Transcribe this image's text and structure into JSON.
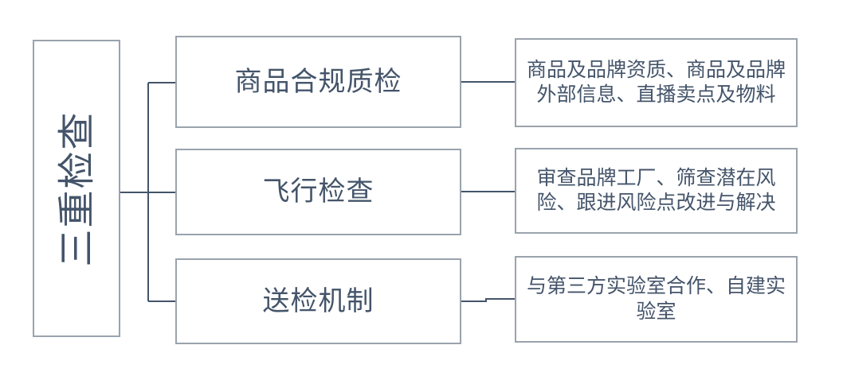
{
  "diagram": {
    "title_node": {
      "text": "三重检查",
      "orientation": "vertical-rotated"
    },
    "branches": [
      {
        "category": "商品合规质检",
        "detail": "商品及品牌资质、商品及品牌外部信息、直播卖点及物料"
      },
      {
        "category": "飞行检查",
        "detail": "审查品牌工厂、筛查潜在风险、跟进风险点改进与解决"
      },
      {
        "category": "送检机制",
        "detail": "与第三方实验室合作、自建实验室"
      }
    ],
    "colors": {
      "border": "#9aa3ad",
      "text": "#44546a",
      "connector": "#44546a",
      "background": "#ffffff"
    }
  }
}
